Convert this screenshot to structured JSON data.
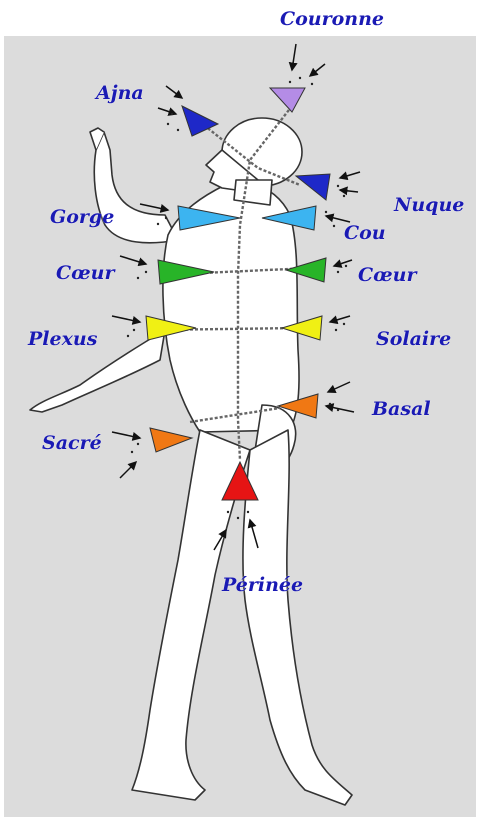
{
  "diagram": {
    "labels": {
      "couronne": "Couronne",
      "ajna": "Ajna",
      "nuque": "Nuque",
      "gorge": "Gorge",
      "cou": "Cou",
      "coeur_front": "Cœur",
      "coeur_back": "Cœur",
      "plexus": "Plexus",
      "solaire": "Solaire",
      "basal": "Basal",
      "sacre": "Sacré",
      "perinee": "Périnée"
    },
    "colors": {
      "couronne": "#b48ce6",
      "ajna": "#1e28c8",
      "nuque": "#1e28c8",
      "gorge": "#3cb4f0",
      "cou": "#3cb4f0",
      "coeur": "#28b428",
      "plexus": "#f0f014",
      "basal": "#f07814",
      "sacre": "#f07814",
      "perinee": "#e61414",
      "label": "#1a1ab4",
      "background": "#dcdcdc"
    }
  }
}
